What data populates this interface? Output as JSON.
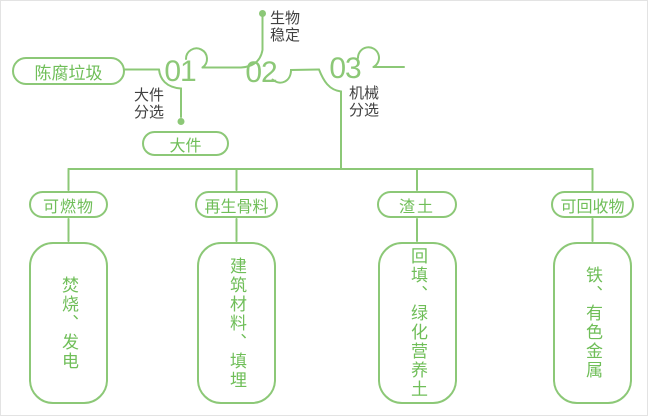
{
  "colors": {
    "line_green": "#8CC877",
    "text_green": "#6FBE58",
    "label_dark": "#404040",
    "background": "#FFFFFF"
  },
  "diagram": {
    "source": "陈腐垃圾",
    "steps": [
      {
        "number": "01",
        "label": "大件分选",
        "output": "大件"
      },
      {
        "number": "02",
        "label": "生物稳定"
      },
      {
        "number": "03",
        "label": "机械分选"
      }
    ],
    "branches": [
      {
        "category": "可燃物",
        "result": "焚烧、发电"
      },
      {
        "category": "再生骨料",
        "result": "建筑材料、填埋"
      },
      {
        "category": "渣土",
        "result": "回填、绿化营养土"
      },
      {
        "category": "可回收物",
        "result": "铁、有色金属"
      }
    ]
  }
}
